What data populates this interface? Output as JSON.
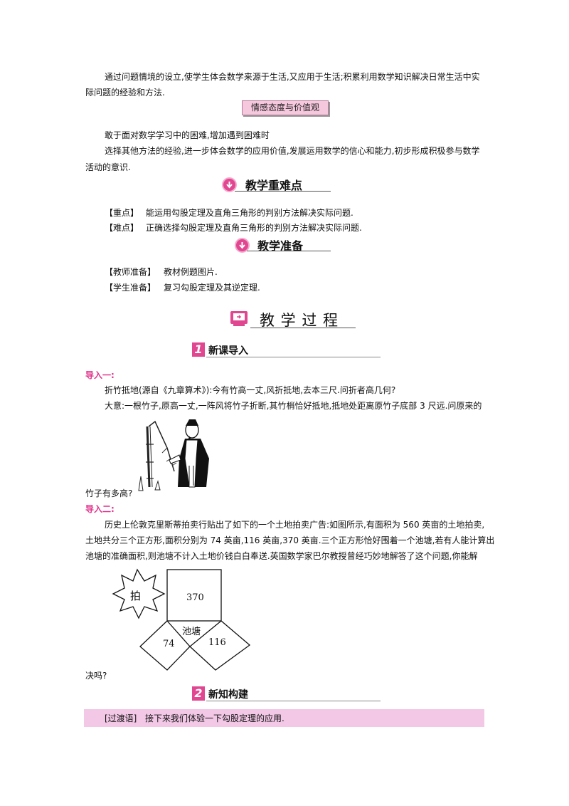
{
  "intro_para": {
    "line1": "通过问题情境的设立,使学生体会数学来源于生活,又应用于生活;积累利用数学知识解决日常生活中实",
    "line2": "际问题的经验和方法."
  },
  "attitude_tag": "情感态度与价值观",
  "attitude_para": {
    "line1": "敢于面对数学学习中的困难,增加遇到困难时",
    "line2": "选择其他方法的经验,进一步体会数学的应用价值,发展运用数学的信心和能力,初步形成积极参与数学",
    "line3": "活动的意识."
  },
  "heading_focus": "教学重难点",
  "focus": {
    "key_label": "【重点】",
    "key_text": "能运用勾股定理及直角三角形的判别方法解决实际问题.",
    "diff_label": "【难点】",
    "diff_text": "正确选择勾股定理及直角三角形的判别方法解决实际问题."
  },
  "heading_prep": "教学准备",
  "prep": {
    "teacher_label": "【教师准备】",
    "teacher_text": "教材例题图片.",
    "student_label": "【学生准备】",
    "student_text": "复习勾股定理及其逆定理."
  },
  "heading_process": "教 学 过 程",
  "section1": {
    "num": "1",
    "title": "新课导入"
  },
  "intro1": {
    "label": "导入一:",
    "line1": "折竹抵地(源自《九章算术》):今有竹高一丈,风折抵地,去本三尺.问折者高几何?",
    "line2": "大意:一根竹子,原高一丈,一阵风将竹子折断,其竹梢恰好抵地,抵地处距离原竹子底部 3 尺远.问原来的",
    "line3": "竹子有多高?"
  },
  "intro2": {
    "label": "导入二:",
    "line1": "历史上伦敦克里斯蒂拍卖行贴出了如下的一个土地拍卖广告:如图所示,有面积为 560 英亩的土地拍卖,",
    "line2": "土地共分三个正方形,面积分别为 74 英亩,116 英亩,370 英亩.三个正方形恰好围着一个池塘,若有人能计算出",
    "line3": "池塘的准确面积,则池塘不计入土地价钱白白奉送.英国数学家巴尔教授曾经巧妙地解答了这个问题,你能解",
    "line4": "决吗?"
  },
  "figure": {
    "burst_label": "拍",
    "square_top": "370",
    "pond_label": "池塘",
    "square_left": "74",
    "square_right": "116"
  },
  "section2": {
    "num": "2",
    "title": "新知构建"
  },
  "transition": {
    "label": "[过渡语]",
    "text": "接下来我们体验一下勾股定理的应用."
  },
  "colors": {
    "accent": "#e14690",
    "highlight": "#f2c8e6"
  }
}
